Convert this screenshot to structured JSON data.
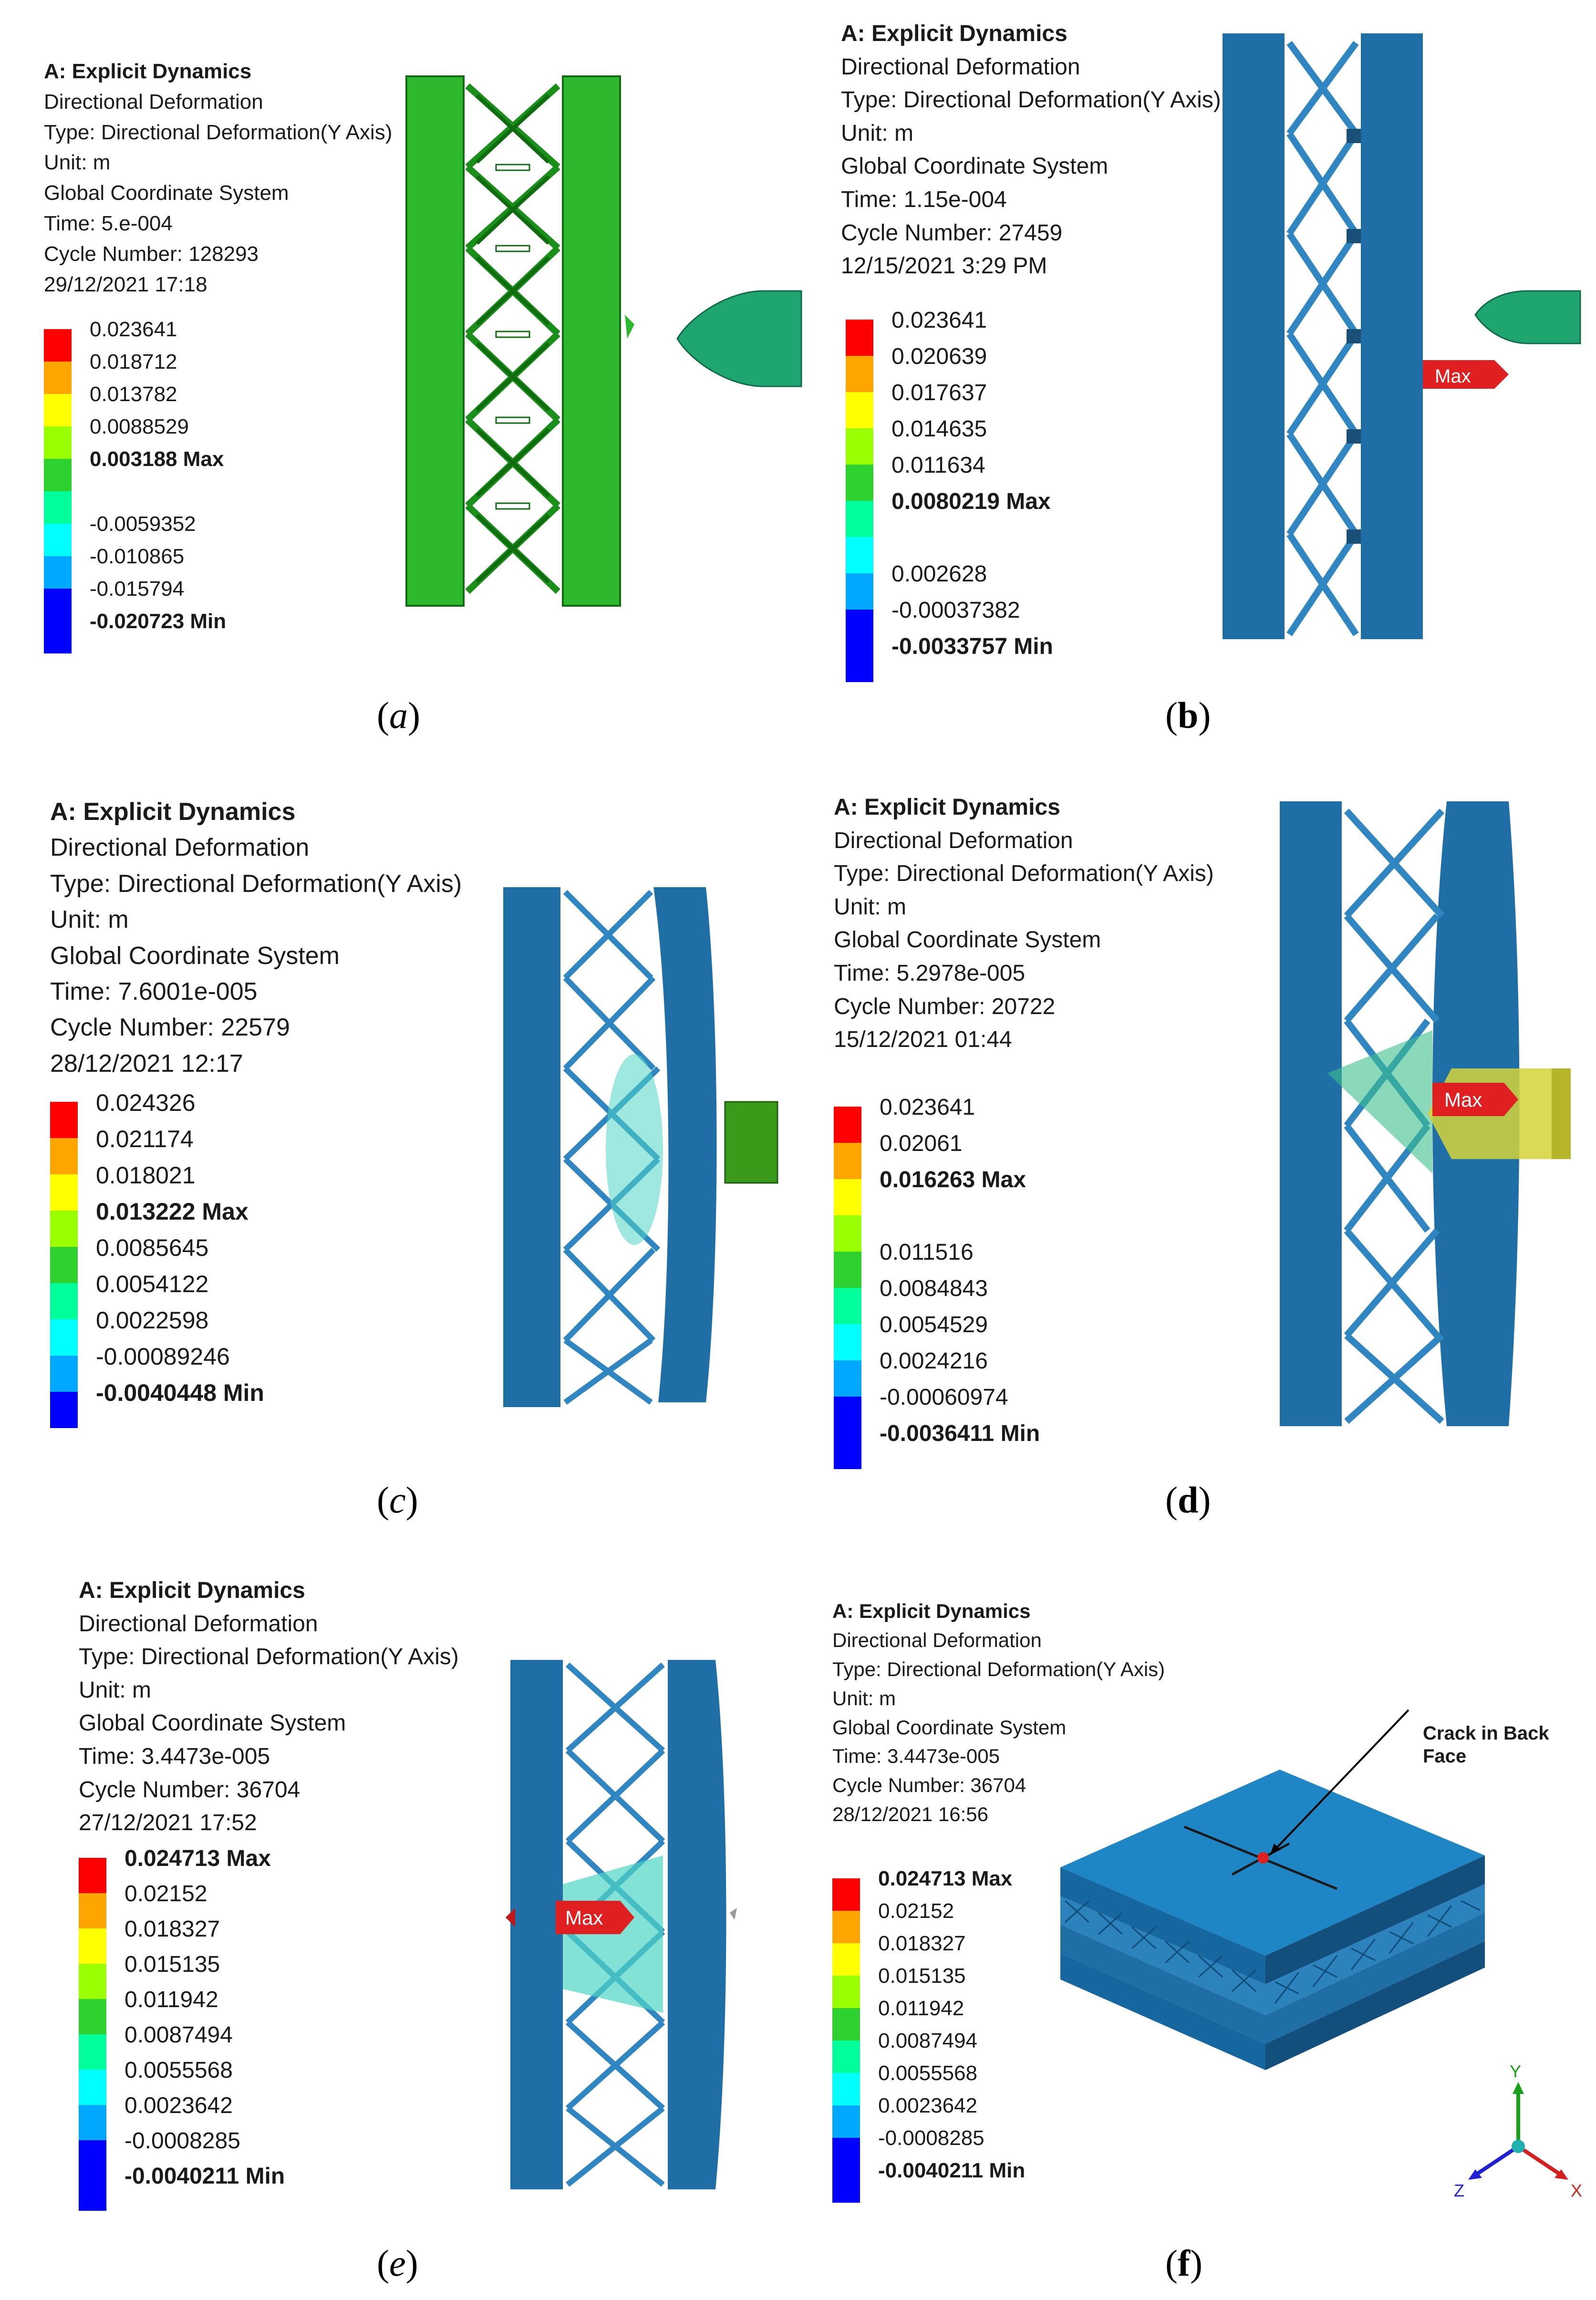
{
  "panels": [
    {
      "caption_open": "(",
      "caption_letter": "a",
      "caption_close": ")",
      "info": {
        "title": "A: Explicit Dynamics",
        "result": "Directional Deformation",
        "type": "Type: Directional Deformation(Y Axis)",
        "unit": "Unit: m",
        "coord": "Global Coordinate System",
        "time": "Time: 5.e-004",
        "cycle": "Cycle Number: 128293",
        "date": "29/12/2021 17:18"
      },
      "legend": [
        {
          "value": "0.023641",
          "color": "#ff0000"
        },
        {
          "value": "0.018712",
          "color": "#ffa500"
        },
        {
          "value": "0.013782",
          "color": "#ffff00"
        },
        {
          "value": "0.0088529",
          "color": "#9aff00"
        },
        {
          "value": "0.003188 Max",
          "color": "#2ed12e",
          "bold": true
        },
        {
          "value": "",
          "color": "#00ff9a"
        },
        {
          "value": "-0.0059352",
          "color": "#00ffff"
        },
        {
          "value": "-0.010865",
          "color": "#00a8ff"
        },
        {
          "value": "-0.015794",
          "color": "#0000ff"
        },
        {
          "value": "-0.020723 Min",
          "color": "#0000ff",
          "bold": true
        }
      ]
    },
    {
      "caption_open": "(",
      "caption_letter": "b",
      "caption_close": ")",
      "info": {
        "title": "A: Explicit Dynamics",
        "result": "Directional Deformation",
        "type": "Type: Directional Deformation(Y Axis)",
        "unit": "Unit: m",
        "coord": "Global Coordinate System",
        "time": "Time: 1.15e-004",
        "cycle": "Cycle Number: 27459",
        "date": "12/15/2021 3:29 PM"
      },
      "legend": [
        {
          "value": "0.023641",
          "color": "#ff0000"
        },
        {
          "value": "0.020639",
          "color": "#ffa500"
        },
        {
          "value": "0.017637",
          "color": "#ffff00"
        },
        {
          "value": "0.014635",
          "color": "#9aff00"
        },
        {
          "value": "0.011634",
          "color": "#2ed12e"
        },
        {
          "value": "0.0080219 Max",
          "color": "#00ff9a",
          "bold": true
        },
        {
          "value": "",
          "color": "#00ffff"
        },
        {
          "value": "0.002628",
          "color": "#00a8ff"
        },
        {
          "value": "-0.00037382",
          "color": "#0000ff"
        },
        {
          "value": "-0.0033757 Min",
          "color": "#0000ff",
          "bold": true
        }
      ],
      "max_tag": "Max"
    },
    {
      "caption_open": "(",
      "caption_letter": "c",
      "caption_close": ")",
      "info": {
        "title": "A: Explicit Dynamics",
        "result": "Directional Deformation",
        "type": "Type: Directional Deformation(Y Axis)",
        "unit": "Unit: m",
        "coord": "Global Coordinate System",
        "time": "Time: 7.6001e-005",
        "cycle": "Cycle Number: 22579",
        "date": "28/12/2021 12:17"
      },
      "legend": [
        {
          "value": "0.024326",
          "color": "#ff0000"
        },
        {
          "value": "0.021174",
          "color": "#ffa500"
        },
        {
          "value": "0.018021",
          "color": "#ffff00"
        },
        {
          "value": "0.013222 Max",
          "color": "#9aff00",
          "bold": true
        },
        {
          "value": "0.0085645",
          "color": "#2ed12e"
        },
        {
          "value": "0.0054122",
          "color": "#00ff9a"
        },
        {
          "value": "0.0022598",
          "color": "#00ffff"
        },
        {
          "value": "-0.00089246",
          "color": "#00a8ff"
        },
        {
          "value": "-0.0040448 Min",
          "color": "#0000ff",
          "bold": true
        }
      ]
    },
    {
      "caption_open": "(",
      "caption_letter": "d",
      "caption_close": ")",
      "info": {
        "title": "A: Explicit Dynamics",
        "result": "Directional Deformation",
        "type": "Type: Directional Deformation(Y Axis)",
        "unit": "Unit: m",
        "coord": "Global Coordinate System",
        "time": "Time: 5.2978e-005",
        "cycle": "Cycle Number: 20722",
        "date": "15/12/2021 01:44"
      },
      "legend": [
        {
          "value": "0.023641",
          "color": "#ff0000"
        },
        {
          "value": "0.02061",
          "color": "#ffa500"
        },
        {
          "value": "0.016263 Max",
          "color": "#ffff00",
          "bold": true
        },
        {
          "value": "",
          "color": "#9aff00"
        },
        {
          "value": "0.011516",
          "color": "#2ed12e"
        },
        {
          "value": "0.0084843",
          "color": "#00ff9a"
        },
        {
          "value": "0.0054529",
          "color": "#00ffff"
        },
        {
          "value": "0.0024216",
          "color": "#00a8ff"
        },
        {
          "value": "-0.00060974",
          "color": "#0000ff"
        },
        {
          "value": "-0.0036411 Min",
          "color": "#0000ff",
          "bold": true
        }
      ],
      "max_tag": "Max"
    },
    {
      "caption_open": "(",
      "caption_letter": "e",
      "caption_close": ")",
      "info": {
        "title": "A: Explicit Dynamics",
        "result": "Directional Deformation",
        "type": "Type: Directional Deformation(Y Axis)",
        "unit": "Unit: m",
        "coord": "Global Coordinate System",
        "time": "Time: 3.4473e-005",
        "cycle": "Cycle Number: 36704",
        "date": "27/12/2021 17:52"
      },
      "legend": [
        {
          "value": "0.024713 Max",
          "color": "#ff0000",
          "bold": true
        },
        {
          "value": "0.02152",
          "color": "#ffa500"
        },
        {
          "value": "0.018327",
          "color": "#ffff00"
        },
        {
          "value": "0.015135",
          "color": "#9aff00"
        },
        {
          "value": "0.011942",
          "color": "#2ed12e"
        },
        {
          "value": "0.0087494",
          "color": "#00ff9a"
        },
        {
          "value": "0.0055568",
          "color": "#00ffff"
        },
        {
          "value": "0.0023642",
          "color": "#00a8ff"
        },
        {
          "value": "-0.0008285",
          "color": "#0000ff"
        },
        {
          "value": "-0.0040211 Min",
          "color": "#0000ff",
          "bold": true
        }
      ],
      "max_tag": "Max"
    },
    {
      "caption_open": "(",
      "caption_letter": "f",
      "caption_close": ")",
      "info": {
        "title": "A: Explicit Dynamics",
        "result": "Directional Deformation",
        "type": "Type: Directional Deformation(Y Axis)",
        "unit": "Unit: m",
        "coord": "Global Coordinate System",
        "time": "Time: 3.4473e-005",
        "cycle": "Cycle Number: 36704",
        "date": "28/12/2021 16:56"
      },
      "legend": [
        {
          "value": "0.024713 Max",
          "color": "#ff0000",
          "bold": true
        },
        {
          "value": "0.02152",
          "color": "#ffa500"
        },
        {
          "value": "0.018327",
          "color": "#ffff00"
        },
        {
          "value": "0.015135",
          "color": "#9aff00"
        },
        {
          "value": "0.011942",
          "color": "#2ed12e"
        },
        {
          "value": "0.0087494",
          "color": "#00ff9a"
        },
        {
          "value": "0.0055568",
          "color": "#00ffff"
        },
        {
          "value": "0.0023642",
          "color": "#00a8ff"
        },
        {
          "value": "-0.0008285",
          "color": "#0000ff"
        },
        {
          "value": "-0.0040211 Min",
          "color": "#0000ff",
          "bold": true
        }
      ],
      "annotation": "Crack in Back\nFace",
      "axes": {
        "x": "X",
        "y": "Y",
        "z": "Z"
      }
    }
  ],
  "colors": {
    "panel_blue": "#1f6ea5",
    "truss_blue": "#2f86c0",
    "green_plate": "#2eb82e",
    "projectile_green": "#1fa56f"
  }
}
